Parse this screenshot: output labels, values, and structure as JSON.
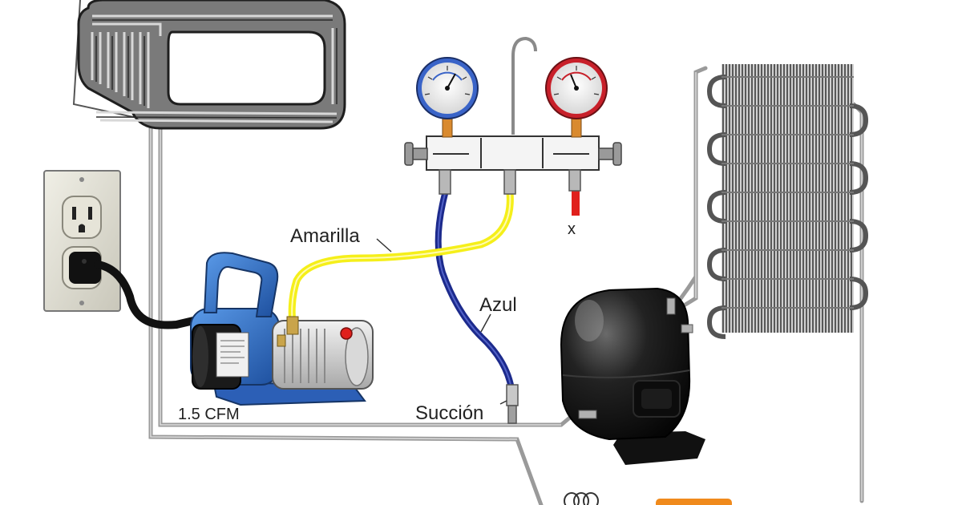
{
  "diagram": {
    "labels": {
      "amarilla": "Amarilla",
      "azul": "Azul",
      "succion": "Succión",
      "cfm": "1.5 CFM",
      "valve_closed_mark": "x"
    },
    "colors": {
      "yellow_hose": "#f5ef1a",
      "blue_hose": "#1c2a8c",
      "red_hose": "#e0201c",
      "pump_blue": "#2f6fc8",
      "pipe_gray": "#9a9a9a",
      "compressor": "#1a1a1a"
    },
    "components": {
      "evaporator": "evaporator-coil",
      "manifold": "manifold-gauge-set",
      "low_gauge": "low-pressure-gauge",
      "high_gauge": "high-pressure-gauge",
      "condenser": "condenser-coil",
      "outlet": "wall-outlet",
      "vacuum_pump": "vacuum-pump",
      "compressor": "compressor"
    }
  }
}
